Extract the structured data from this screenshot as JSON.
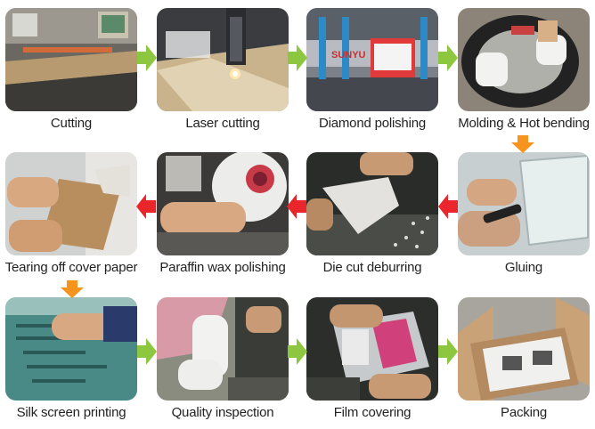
{
  "steps": [
    {
      "label": "Cutting",
      "icon": "cutting-machine-photo"
    },
    {
      "label": "Laser cutting",
      "icon": "laser-cutter-photo"
    },
    {
      "label": "Diamond polishing",
      "icon": "polishing-machine-photo"
    },
    {
      "label": "Molding & Hot bending",
      "icon": "hot-bending-photo"
    },
    {
      "label": "Gluing",
      "icon": "gluing-photo"
    },
    {
      "label": "Die cut deburring",
      "icon": "deburring-photo"
    },
    {
      "label": "Paraffin wax polishing",
      "icon": "wax-polishing-photo"
    },
    {
      "label": "Tearing off cover paper",
      "icon": "tearing-paper-photo"
    },
    {
      "label": "Silk screen printing",
      "icon": "silk-screen-photo"
    },
    {
      "label": "Quality inspection",
      "icon": "inspection-photo"
    },
    {
      "label": "Film covering",
      "icon": "film-covering-photo"
    },
    {
      "label": "Packing",
      "icon": "packing-photo"
    }
  ],
  "machine_sign": "SUNYU",
  "colors": {
    "arrow_right": "#8dc63f",
    "arrow_left": "#e8262c",
    "arrow_down": "#f7941d"
  }
}
